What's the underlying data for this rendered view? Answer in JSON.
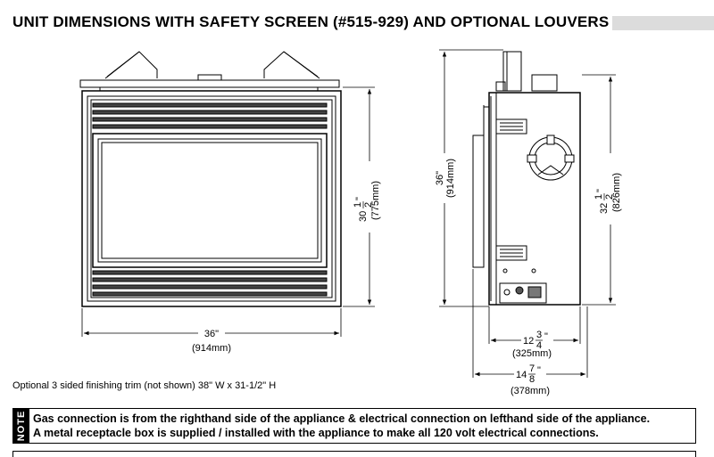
{
  "title": "UNIT DIMENSIONS WITH SAFETY SCREEN (#515-929) AND OPTIONAL LOUVERS",
  "front_view": {
    "width_label": "36\"",
    "width_mm": "(914mm)",
    "height_whole": "30",
    "height_num": "1",
    "height_den": "2",
    "height_unit": "\"",
    "height_mm": "(775mm)"
  },
  "side_view": {
    "overall_height_label": "36\"",
    "overall_height_mm": "(914mm)",
    "body_height_whole": "32",
    "body_height_num": "1",
    "body_height_den": "2",
    "body_height_unit": "\"",
    "body_height_mm": "(826mm)",
    "depth_whole": "12",
    "depth_num": "3",
    "depth_den": "4",
    "depth_unit": "\"",
    "depth_mm": "(325mm)",
    "overall_depth_whole": "14",
    "overall_depth_num": "7",
    "overall_depth_den": "8",
    "overall_depth_unit": "\"",
    "overall_depth_mm": "(378mm)"
  },
  "trim_note": "Optional 3 sided finishing trim (not shown) 38\" W x 31-1/2\" H",
  "note": {
    "label": "NOTE",
    "line1": "Gas connection is from the righthand side of the appliance & electrical connection on lefthand side of the appliance.",
    "line2": "A metal receptacle box is supplied / installed with the appliance to make all 120 volt electrical connections."
  }
}
